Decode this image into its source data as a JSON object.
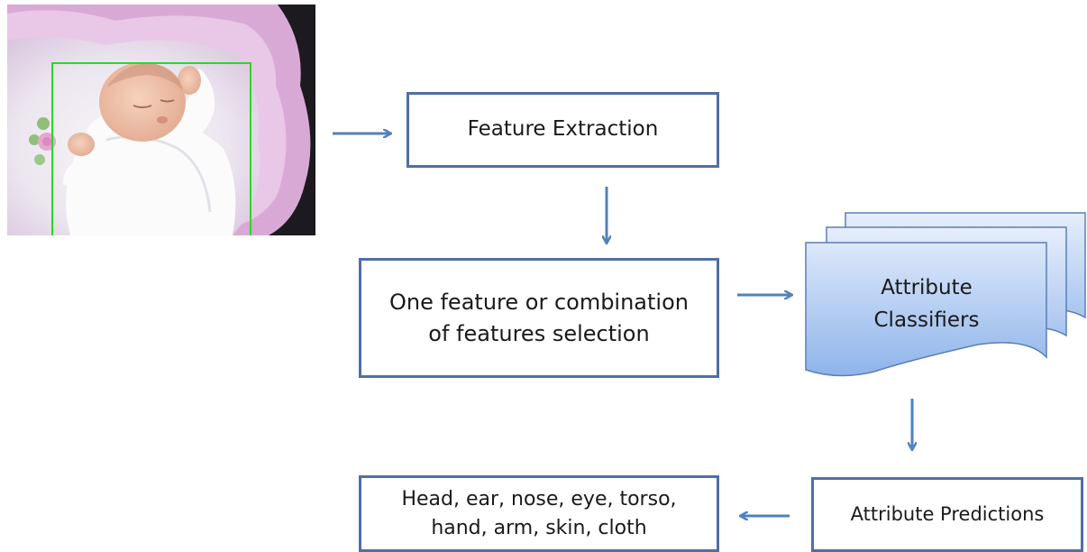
{
  "diagram": {
    "nodes": {
      "feature_extraction": "Feature Extraction",
      "feature_selection_line1": "One feature or combination",
      "feature_selection_line2": "of features selection",
      "classifiers_line1": "Attribute",
      "classifiers_line2": "Classifiers",
      "predictions": "Attribute Predictions",
      "parts_line1": "Head, ear, nose, eye, torso,",
      "parts_line2": "hand, arm, skin, cloth"
    },
    "colors": {
      "box_border": "#4f6fa6",
      "arrow": "#4f81bd",
      "classifier_fill_top": "#dce8fb",
      "classifier_fill_bottom": "#8fb4ea",
      "detection_box": "#22dd22"
    }
  }
}
